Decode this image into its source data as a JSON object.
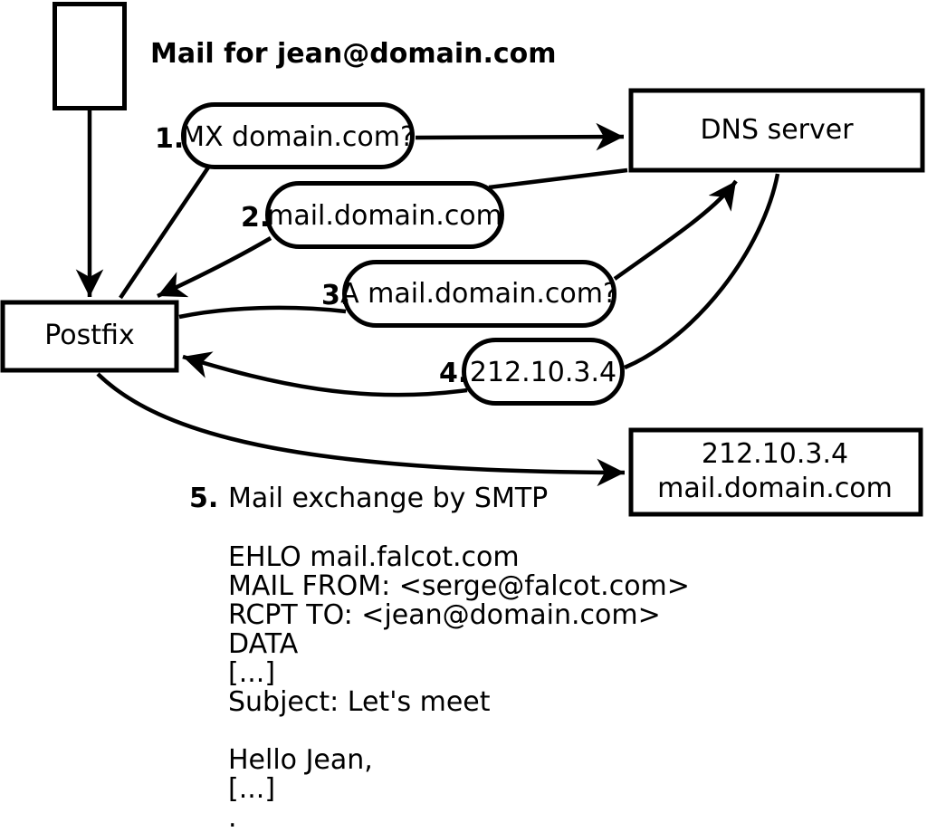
{
  "figure": {
    "background": "#ffffff",
    "ink": "#000000",
    "caption": "Mail for jean@domain.com",
    "nodes": {
      "postfix": {
        "label": "Postfix"
      },
      "dns_server": {
        "label": "DNS server"
      },
      "mail_server": {
        "line1": "212.10.3.4",
        "line2": "mail.domain.com"
      }
    },
    "steps": [
      {
        "num": "1.",
        "label": "MX domain.com?"
      },
      {
        "num": "2.",
        "label": "mail.domain.com"
      },
      {
        "num": "3.",
        "label": "A mail.domain.com?"
      },
      {
        "num": "4.",
        "label": "212.10.3.4"
      },
      {
        "num": "5.",
        "label": "Mail exchange by SMTP"
      }
    ],
    "smtp_session": [
      "EHLO mail.falcot.com",
      "MAIL FROM: <serge@falcot.com>",
      "RCPT TO: <jean@domain.com>",
      "DATA",
      "[...]",
      "Subject: Let's meet",
      "",
      "Hello Jean,",
      "[...]",
      "."
    ]
  }
}
